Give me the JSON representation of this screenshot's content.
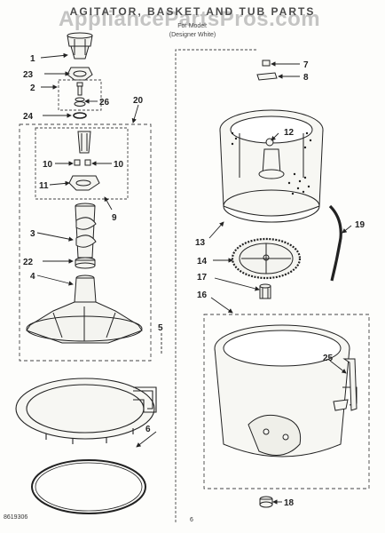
{
  "watermark": "AppliancePartsPros.com",
  "header": {
    "title": "AGITATOR, BASKET AND TUB PARTS",
    "subtitle": "For Model: ",
    "subtitle2": "(Designer White)"
  },
  "footer": {
    "code": "8619306",
    "page": "6"
  },
  "callouts": [
    {
      "id": "c1",
      "label": "1"
    },
    {
      "id": "c23",
      "label": "23"
    },
    {
      "id": "c2",
      "label": "2"
    },
    {
      "id": "c26",
      "label": "26"
    },
    {
      "id": "c24",
      "label": "24"
    },
    {
      "id": "c20",
      "label": "20"
    },
    {
      "id": "c10a",
      "label": "10"
    },
    {
      "id": "c10b",
      "label": "10"
    },
    {
      "id": "c11",
      "label": "11"
    },
    {
      "id": "c9",
      "label": "9"
    },
    {
      "id": "c3",
      "label": "3"
    },
    {
      "id": "c22",
      "label": "22"
    },
    {
      "id": "c4",
      "label": "4"
    },
    {
      "id": "c5",
      "label": "5"
    },
    {
      "id": "c6",
      "label": "6"
    },
    {
      "id": "c7",
      "label": "7"
    },
    {
      "id": "c8",
      "label": "8"
    },
    {
      "id": "c12",
      "label": "12"
    },
    {
      "id": "c13",
      "label": "13"
    },
    {
      "id": "c19",
      "label": "19"
    },
    {
      "id": "c14",
      "label": "14"
    },
    {
      "id": "c17",
      "label": "17"
    },
    {
      "id": "c16",
      "label": "16"
    },
    {
      "id": "c25",
      "label": "25"
    },
    {
      "id": "c18",
      "label": "18"
    }
  ]
}
